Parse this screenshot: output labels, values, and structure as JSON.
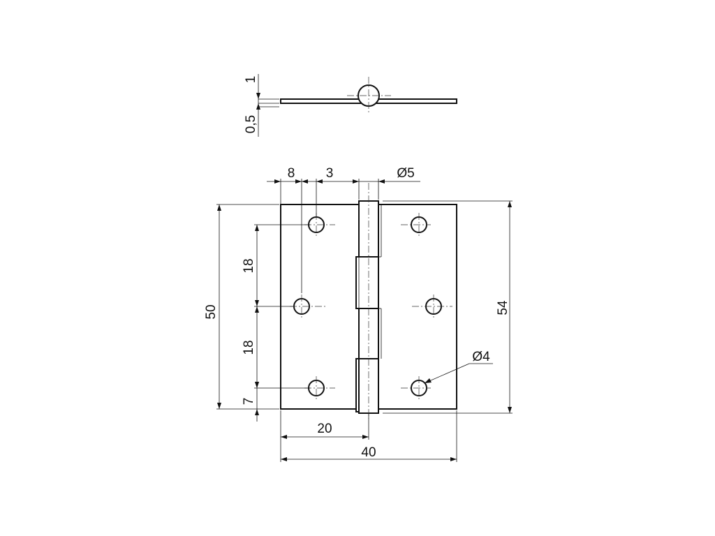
{
  "dimensions": {
    "flap_thickness": "1",
    "pin_offset": "0,5",
    "hole_offset_x": "8",
    "knuckle_gap": "3",
    "pin_diameter": "Ø5",
    "hole_pitch_top": "18",
    "hole_pitch_bottom": "18",
    "hole_offset_bottom": "7",
    "leaf_height": "50",
    "pin_length": "54",
    "hole_diameter": "Ø4",
    "half_width": "20",
    "total_width": "40"
  }
}
